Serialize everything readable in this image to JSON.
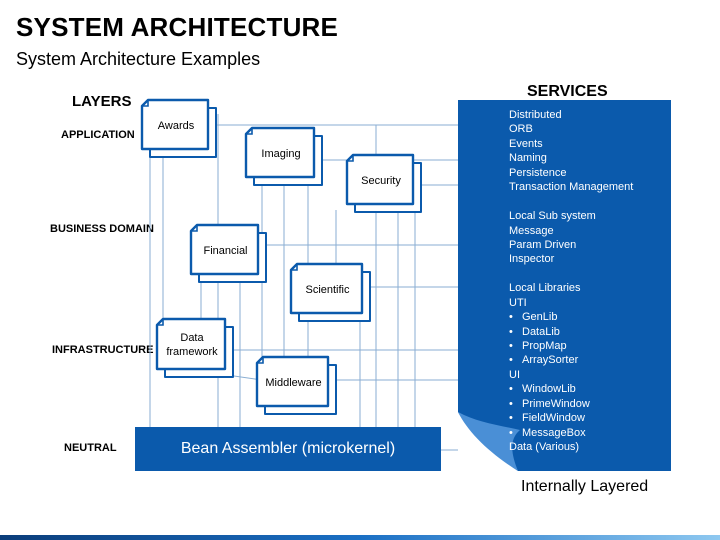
{
  "title": "SYSTEM ARCHITECTURE",
  "subtitle": "System Architecture Examples",
  "layers": {
    "heading": "LAYERS",
    "items": [
      "APPLICATION",
      "BUSINESS DOMAIN",
      "INFRASTRUCTURE",
      "NEUTRAL"
    ]
  },
  "components": {
    "awards": "Awards",
    "imaging": "Imaging",
    "security": "Security",
    "financial": "Financial",
    "scientific": "Scientific",
    "data_framework_line1": "Data",
    "data_framework_line2": "framework",
    "middleware": "Middleware"
  },
  "bean_assembler": "Bean Assembler (microkernel)",
  "services": {
    "heading": "SERVICES",
    "items": [
      "Distributed",
      "ORB",
      "Events",
      "Naming",
      "Persistence",
      "Transaction Management",
      "",
      "Local Sub system",
      "Message",
      "Param Driven",
      "Inspector",
      "",
      "Local Libraries",
      "UTI",
      "GenLib",
      "DataLib",
      "PropMap",
      "ArraySorter",
      "UI",
      "WindowLib",
      "PrimeWindow",
      "FieldWindow",
      "MessageBox",
      "Data  (Various)"
    ],
    "bullet_glyph": "•"
  },
  "caption": "Internally Layered",
  "colors": {
    "primary": "#0b5aac",
    "grid": "#8aaed3"
  }
}
